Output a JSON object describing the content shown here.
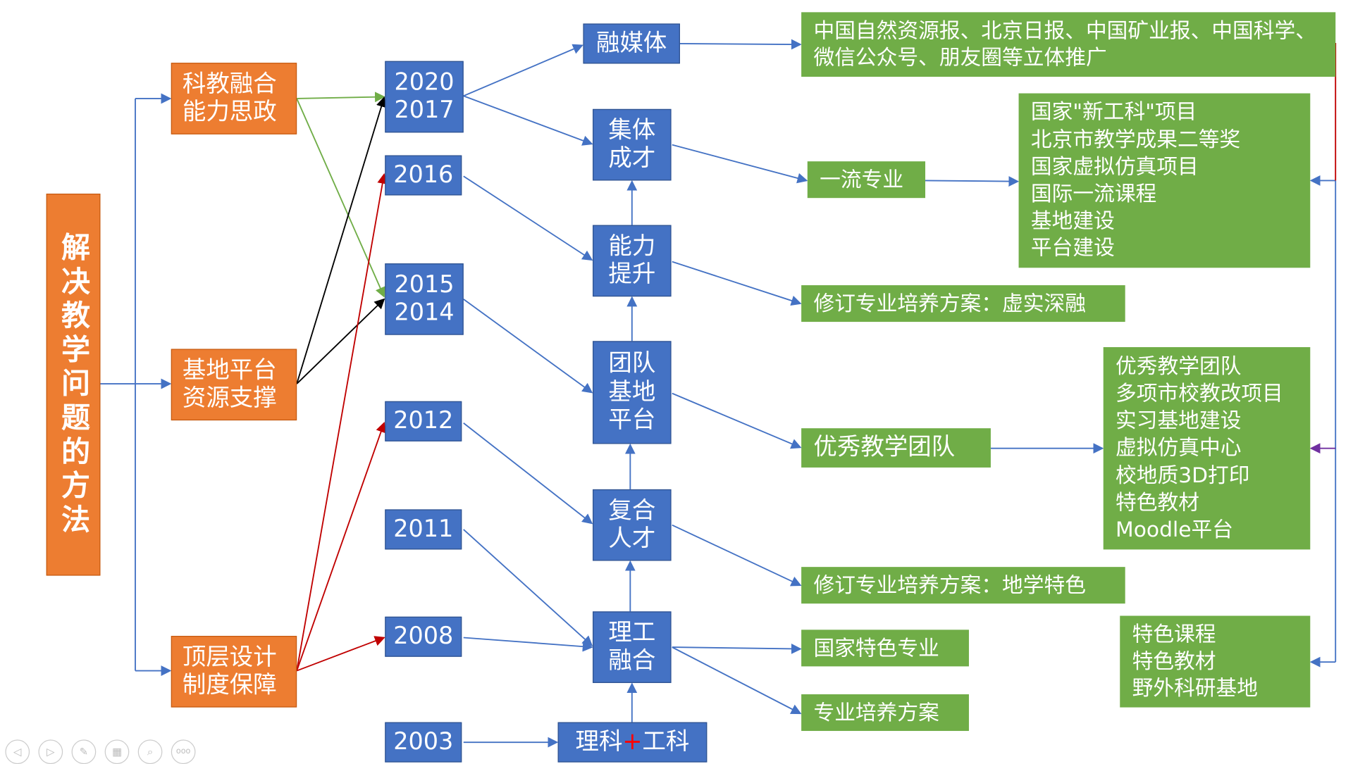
{
  "root": "解决教学问题的方法",
  "pillars": [
    "科教融合\n能力思政",
    "基地平台\n资源支撑",
    "顶层设计\n制度保障"
  ],
  "years": {
    "y2020": "2020",
    "y2017": "2017",
    "y2016": "2016",
    "y2015": "2015",
    "y2014": "2014",
    "y2012": "2012",
    "y2011": "2011",
    "y2008": "2008",
    "y2003": "2003"
  },
  "stages": {
    "media": "融媒体",
    "collective": "集体\n成才",
    "ability": "能力\n提升",
    "team": "团队\n基地\n平台",
    "compound": "复合\n人才",
    "integration": "理工\n融合",
    "science": "理科",
    "plus": "+",
    "engineering": "工科"
  },
  "outcomes": {
    "promotion": "中国自然资源报、北京日报、中国矿业报、中国科学、微信公众号、朋友圈等立体推广",
    "first_class": "一流专业",
    "first_class_list": [
      "国家\"新工科\"项目",
      "北京市教学成果二等奖",
      "国家虚拟仿真项目",
      "国际一流课程",
      "基地建设",
      "平台建设"
    ],
    "revise1": "修订专业培养方案：虚实深融",
    "team": "优秀教学团队",
    "team_list": [
      "优秀教学团队",
      "多项市校教改项目",
      "实习基地建设",
      "虚拟仿真中心",
      "校地质3D打印",
      "特色教材",
      "Moodle平台"
    ],
    "revise2": "修订专业培养方案：地学特色",
    "national": "国家特色专业",
    "plan": "专业培养方案",
    "feature_list": [
      "特色课程",
      "特色教材",
      "野外科研基地"
    ]
  },
  "nav_icons": [
    "prev-icon",
    "next-icon",
    "pen-icon",
    "slides-icon",
    "zoom-icon",
    "more-icon"
  ],
  "colors": {
    "orange": "#ed7d31",
    "blue": "#4472c4",
    "green": "#70ad47",
    "red": "#c00000",
    "purple": "#7030a0"
  }
}
